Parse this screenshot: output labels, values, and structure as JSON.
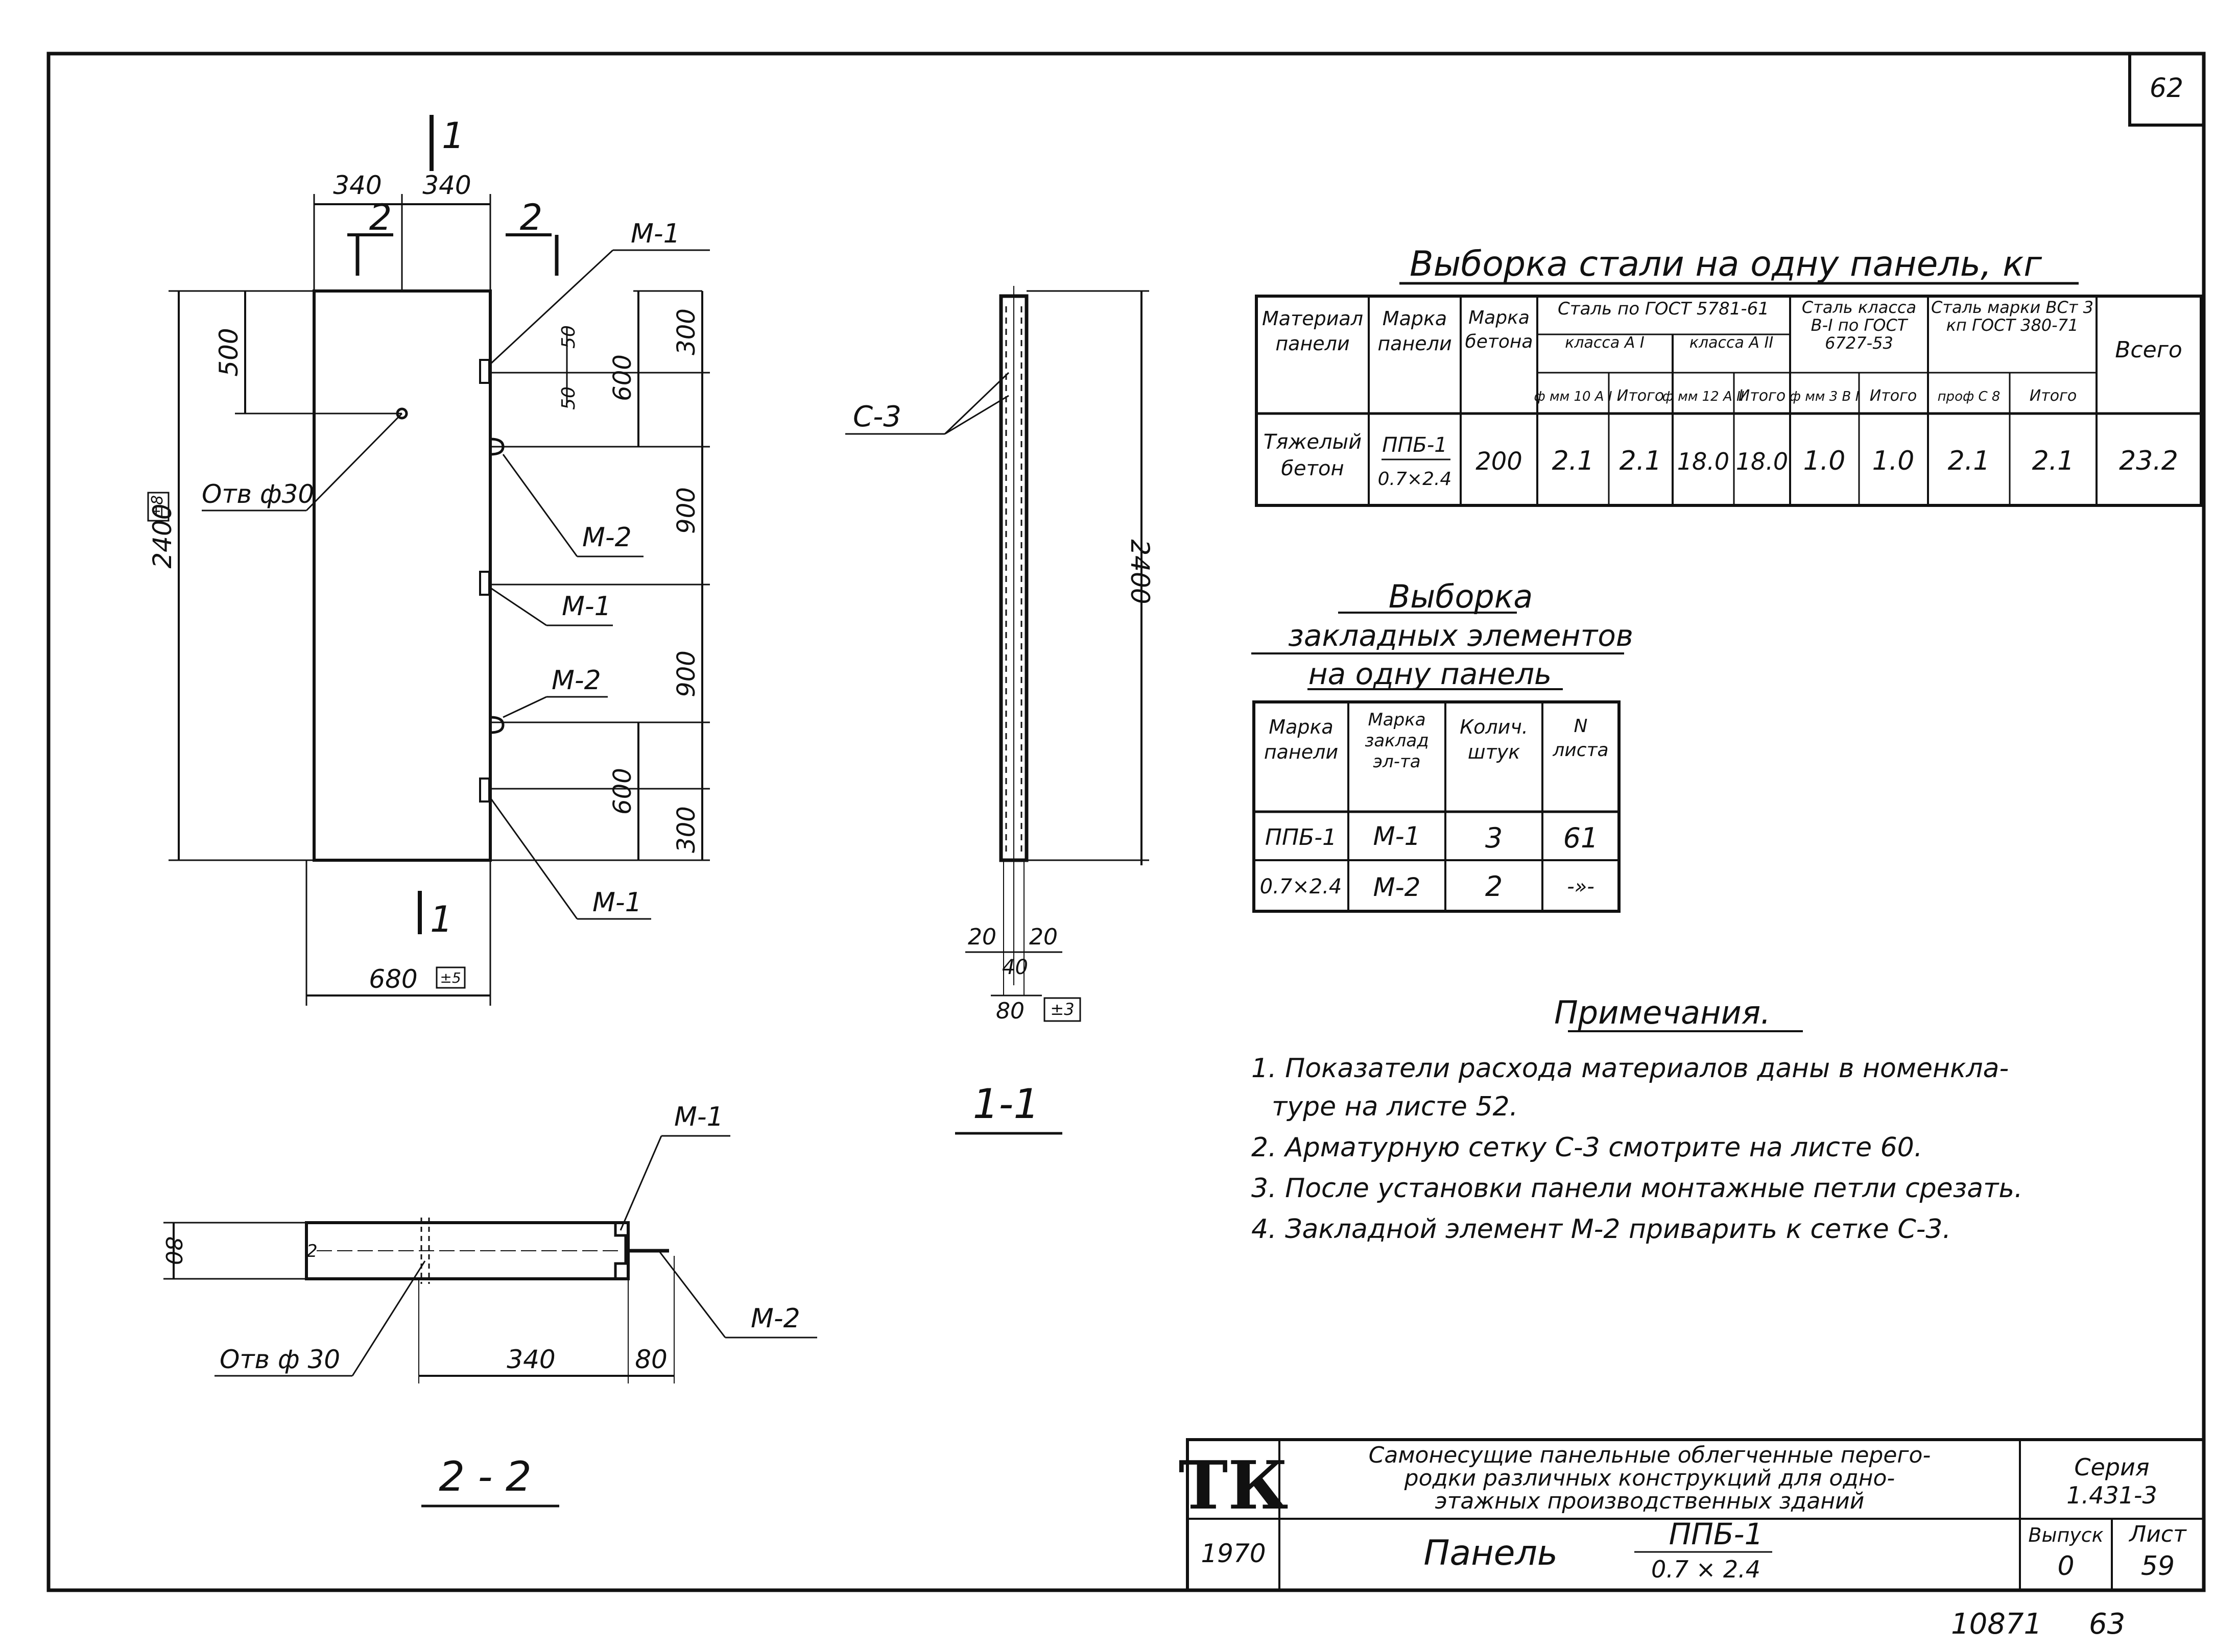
{
  "sheet_corner_number": "62",
  "panel_elevation": {
    "section_mark_top": "1",
    "section_mark_bottom": "1",
    "section_2_left": "2",
    "section_2_right": "2",
    "dim_top_left": "340",
    "dim_top_right": "340",
    "dim_left_500": "500",
    "dim_height": "2400",
    "dim_height_tol": "±8",
    "dim_width": "680",
    "dim_width_tol": "±5",
    "hole_label": "Отв ф30",
    "right_dims": [
      "300",
      "600",
      "900",
      "900",
      "600",
      "300"
    ],
    "small_dims": [
      "50",
      "50"
    ],
    "embeds": [
      "М-1",
      "М-2",
      "М-1",
      "М-2",
      "М-1"
    ]
  },
  "section_1_1": {
    "mesh_label": "С-3",
    "dim_height": "2400",
    "dim_20_left": "20",
    "dim_20_right": "20",
    "dim_40": "40",
    "dim_80": "80",
    "dim_80_tol": "±3",
    "title": "1-1"
  },
  "section_2_2": {
    "label_m1": "М-1",
    "label_m2": "М-2",
    "hole_label": "Отв ф 30",
    "dim_80_left": "80",
    "dim_340": "340",
    "dim_80_right": "80",
    "inner_mark": "2",
    "title": "2 - 2"
  },
  "steel_table": {
    "title": "Выборка стали на одну панель, кг",
    "headers": {
      "material": "Материал панели",
      "panel_mark": "Марка панели",
      "concrete_mark": "Марка бетона",
      "gost5781": "Сталь по ГОСТ 5781-61",
      "class_ai": "класса А I",
      "class_aii": "класса А II",
      "class_b1": "Сталь класса В-I по ГОСТ 6727-53",
      "vst3kp": "Сталь марки ВСт 3 кп ГОСТ 380-71",
      "total": "Всего",
      "sub": [
        "ф мм 10 А I",
        "Итого",
        "ф мм 12 А II",
        "Итого",
        "ф мм 3 В I",
        "Итого",
        "проф С 8",
        "Итого"
      ]
    },
    "row": {
      "material": "Тяжелый бетон",
      "panel_mark_top": "ППБ-1",
      "panel_mark_bottom": "0.7×2.4",
      "concrete": "200",
      "values": [
        "2.1",
        "2.1",
        "18.0",
        "18.0",
        "1.0",
        "1.0",
        "2.1",
        "2.1"
      ],
      "total": "23.2"
    }
  },
  "embed_table": {
    "title_lines": [
      "Выборка",
      "закладных элементов",
      "на одну панель"
    ],
    "headers": [
      "Марка панели",
      "Марка заклад эл-та",
      "Колич. штук",
      "N листа"
    ],
    "rows": [
      {
        "panel": "ППБ-1",
        "element": "М-1",
        "qty": "3",
        "sheet": "61"
      },
      {
        "panel": "0.7×2.4",
        "element": "М-2",
        "qty": "2",
        "sheet": "-»-"
      }
    ]
  },
  "notes": {
    "title": "Примечания.",
    "items": [
      "1. Показатели расхода материалов даны в номенкла-",
      "туре на листе 52.",
      "2. Арматурную сетку С-3 смотрите на листе 60.",
      "3. После установки панели монтажные петли срезать.",
      "4. Закладной элемент М-2 приварить к сетке С-3."
    ]
  },
  "title_block": {
    "logo": "ТК",
    "description": [
      "Самонесущие панельные облегченные перего-",
      "родки различных конструкций для одно-",
      "этажных производственных зданий"
    ],
    "series_label": "Серия",
    "series_value": "1.431-3",
    "year": "1970",
    "panel_word": "Панель",
    "panel_mark_top": "ППБ-1",
    "panel_mark_bottom": "0.7 × 2.4",
    "issue_label": "Выпуск",
    "issue_value": "0",
    "sheet_label": "Лист",
    "sheet_value": "59"
  },
  "bottom_numbers": {
    "doc_number": "10871",
    "page_number": "63"
  }
}
